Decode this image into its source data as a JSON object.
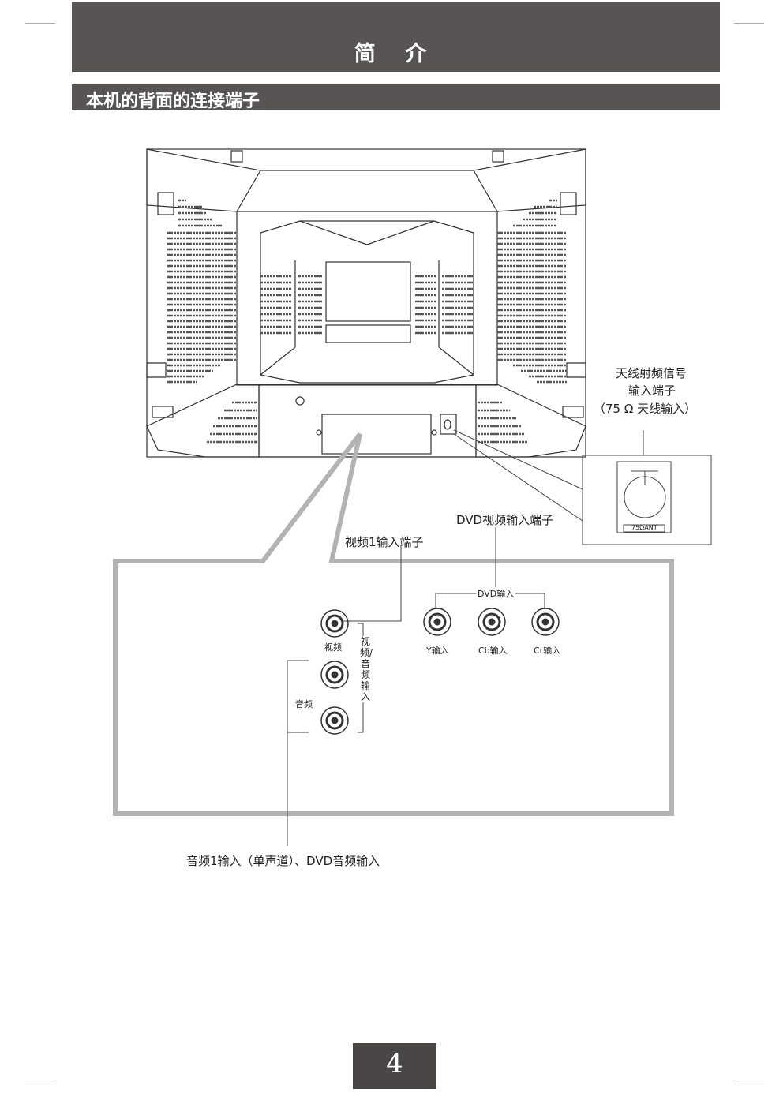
{
  "header": {
    "title": "简 介"
  },
  "section": {
    "title": "本机的背面的连接端子"
  },
  "labels": {
    "antenna_line1": "天线射频信号",
    "antenna_line2": "输入端子",
    "antenna_line3": "（75 Ω  天线输入）",
    "ant_tag": "75ΩANT",
    "dvd_video_terminal": "DVD视频输入端子",
    "video1_terminal": "视频1输入端子",
    "dvd_input": "DVD输入",
    "video": "视频",
    "audio": "音频",
    "av_input_vertical": "视频/音频输入",
    "y_input": "Y输入",
    "cb_input": "Cb输入",
    "cr_input": "Cr输入",
    "audio_bottom": "音频1输入（单声道）、DVD音频输入"
  },
  "footer": {
    "page": "4"
  },
  "colors": {
    "bar": "#595454",
    "page_box": "#4a4646",
    "callout_frame": "#b3b3b3"
  }
}
